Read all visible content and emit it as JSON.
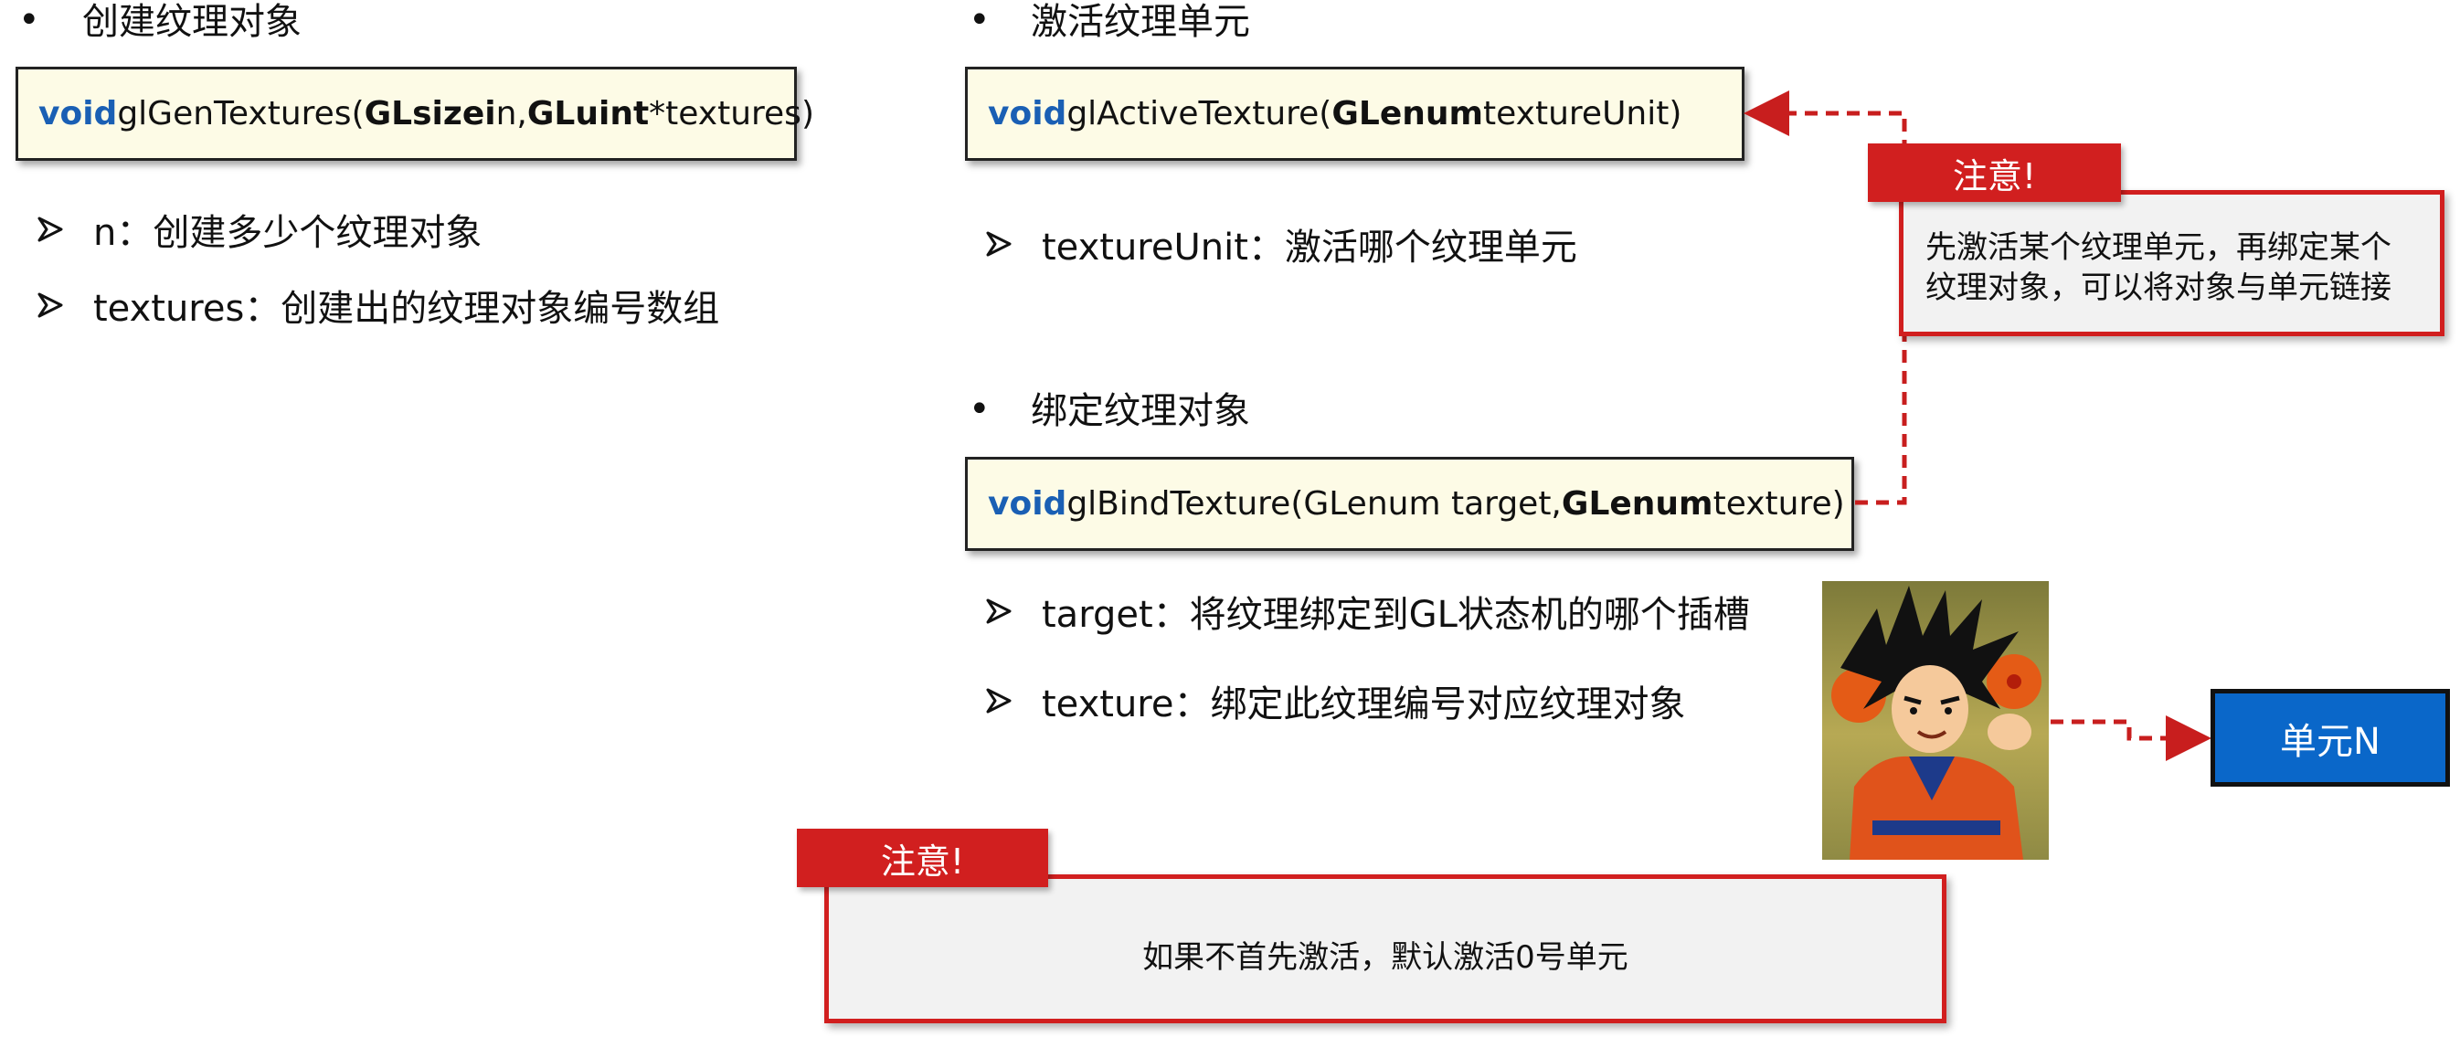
{
  "section_create": {
    "heading": "创建纹理对象",
    "code": {
      "kw": "void",
      "fn": " glGenTextures(",
      "t1": "GLsizei",
      "p1": " n, ",
      "t2": "GLuint",
      "p2": " *textures)"
    },
    "items": [
      "n：创建多少个纹理对象",
      "textures：创建出的纹理对象编号数组"
    ]
  },
  "section_activate": {
    "heading": "激活纹理单元",
    "code": {
      "kw": "void",
      "fn": " glActiveTexture(",
      "t1": "GLenum",
      "p1": " textureUnit)"
    },
    "items": [
      "textureUnit：激活哪个纹理单元"
    ]
  },
  "section_bind": {
    "heading": "绑定纹理对象",
    "code": {
      "kw": "void",
      "fn": " glBindTexture(GLenum target, ",
      "t1": "GLenum",
      "p1": " texture)"
    },
    "items": [
      "target：将纹理绑定到GL状态机的哪个插槽",
      "texture：绑定此纹理编号对应纹理对象"
    ]
  },
  "note_right": {
    "tag": "注意!",
    "line1": "先激活某个纹理单元，再绑定某个",
    "line2": "纹理对象，可以将对象与单元链接"
  },
  "note_bottom": {
    "tag": "注意!",
    "text": "如果不首先激活，默认激活0号单元"
  },
  "unit_box": {
    "label": "单元N"
  },
  "colors": {
    "keyword": "#1a5fb4",
    "note_red": "#d11f1f",
    "unit_blue": "#0a67c9",
    "code_bg": "#fdfbe6"
  }
}
